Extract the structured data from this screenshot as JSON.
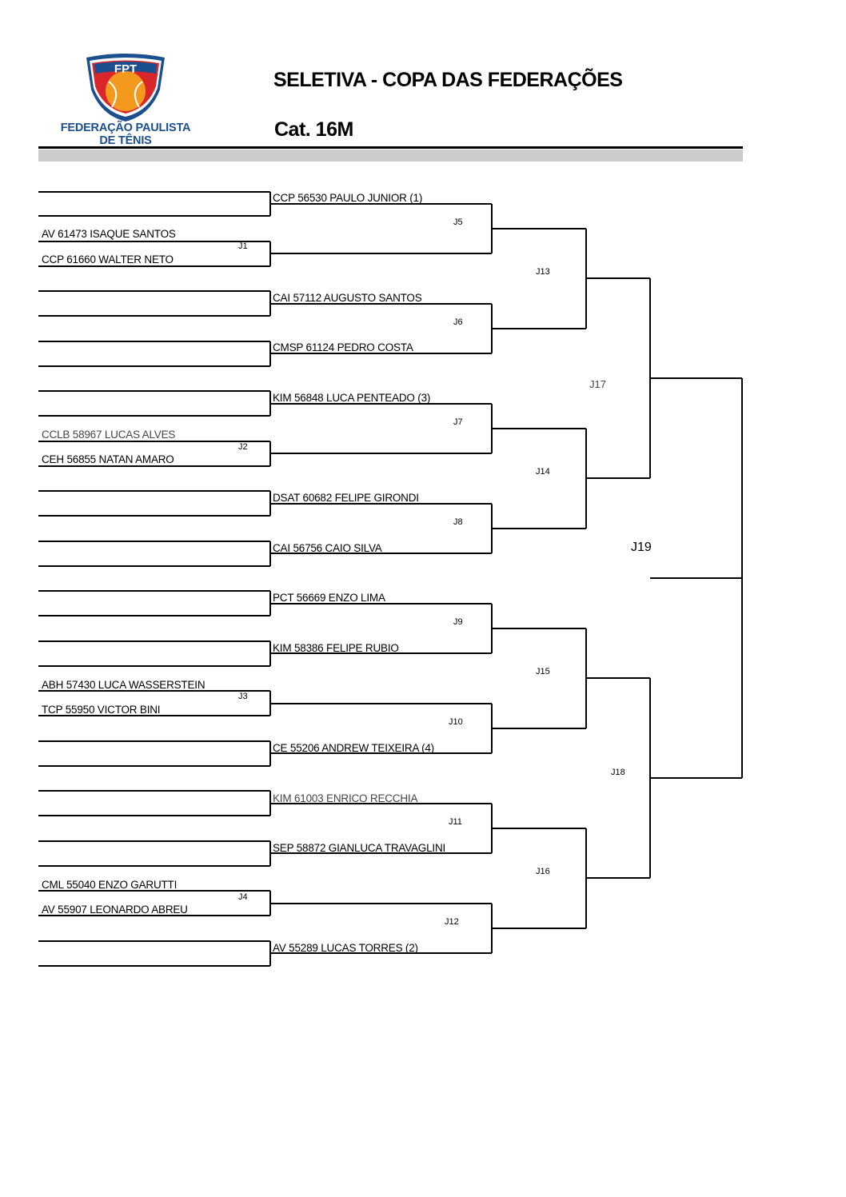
{
  "header": {
    "logo_abbr": "FPT",
    "federation_name": "FEDERAÇÃO PAULISTA DE TÊNIS",
    "title": "SELETIVA - COPA DAS FEDERAÇÕES",
    "category": "Cat. 16M"
  },
  "colors": {
    "logo_blue": "#1c4f8f",
    "logo_red": "#d9262a",
    "logo_orange": "#f39a1e",
    "band_gray": "#cccccc"
  },
  "bracket": {
    "first_round": [
      {
        "match": "J1",
        "players": [
          "AV 61473 ISAQUE SANTOS",
          "CCP 61660 WALTER NETO"
        ]
      },
      {
        "match": "J2",
        "players": [
          "CCLB 58967 LUCAS ALVES",
          "CEH 56855 NATAN AMARO"
        ]
      },
      {
        "match": "J3",
        "players": [
          "ABH 57430 LUCA WASSERSTEIN",
          "TCP 55950 VICTOR BINI"
        ]
      },
      {
        "match": "J4",
        "players": [
          "CML 55040 ENZO GARUTTI",
          "AV 55907 LEONARDO ABREU"
        ]
      }
    ],
    "second_round": [
      {
        "match": "J5",
        "players": [
          "CCP 56530 PAULO JUNIOR (1)",
          ""
        ]
      },
      {
        "match": "J6",
        "players": [
          "CAI 57112 AUGUSTO SANTOS",
          "CMSP 61124 PEDRO COSTA"
        ]
      },
      {
        "match": "J7",
        "players": [
          "KIM 56848 LUCA PENTEADO (3)",
          ""
        ]
      },
      {
        "match": "J8",
        "players": [
          "DSAT 60682 FELIPE GIRONDI",
          "CAI 56756 CAIO SILVA"
        ]
      },
      {
        "match": "J9",
        "players": [
          "PCT 56669 ENZO LIMA",
          "KIM 58386 FELIPE RUBIO"
        ]
      },
      {
        "match": "J10",
        "players": [
          "",
          "CE 55206 ANDREW TEIXEIRA (4)"
        ]
      },
      {
        "match": "J11",
        "players": [
          "KIM 61003 ENRICO RECCHIA",
          "SEP 58872 GIANLUCA TRAVAGLINI"
        ]
      },
      {
        "match": "J12",
        "players": [
          "",
          "AV 55289 LUCAS TORRES (2)"
        ]
      }
    ],
    "quarter_finals": [
      "J13",
      "J14",
      "J15",
      "J16"
    ],
    "semi_finals": [
      "J17",
      "J18"
    ],
    "final": "J19"
  }
}
